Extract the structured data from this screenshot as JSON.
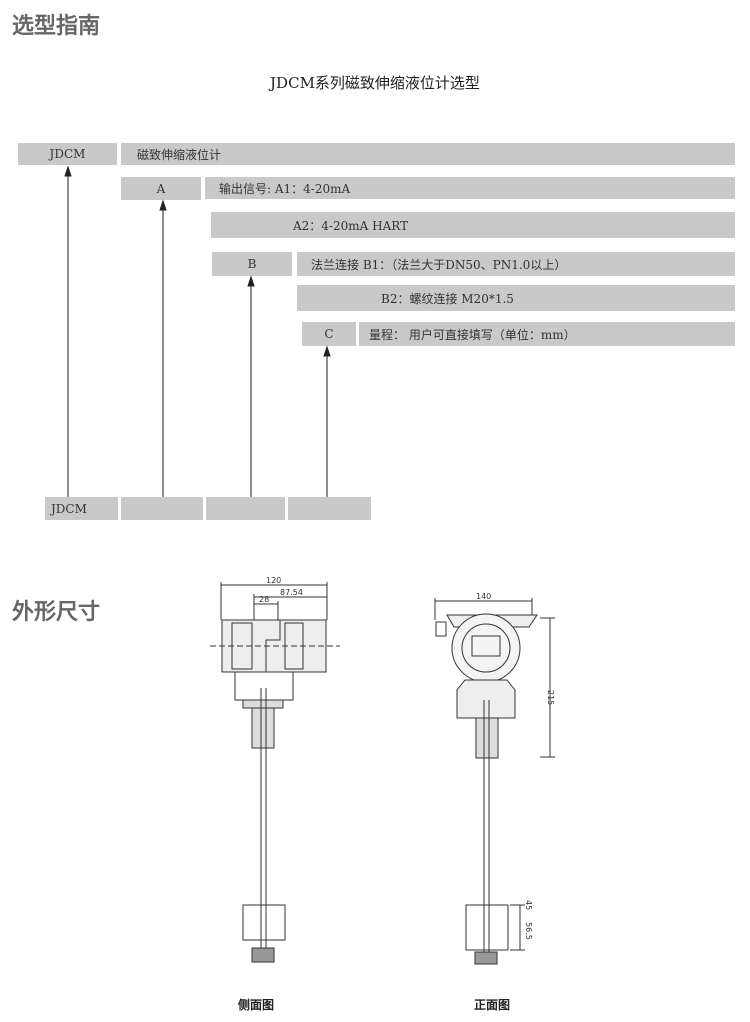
{
  "sections": {
    "selection": "选型指南",
    "dimensions": "外形尺寸"
  },
  "selection_title": "JDCM系列磁致伸缩液位计选型",
  "rows": [
    {
      "code": "JDCM",
      "desc": "磁致伸缩液位计"
    },
    {
      "code": "A",
      "desc": "输出信号:  A1：4-20mA"
    },
    {
      "desc": "A2：4-20mA  HART"
    },
    {
      "code": "B",
      "desc": "法兰连接  B1：（法兰大于DN50、PN1.0以上）"
    },
    {
      "desc": "B2：螺纹连接 M20*1.5"
    },
    {
      "code": "C",
      "desc": "量程：  用户可直接填写（单位：mm）"
    }
  ],
  "model_row": [
    "JDCM",
    "",
    "",
    ""
  ],
  "drawings": {
    "side": {
      "caption": "侧面图",
      "dims": [
        "120",
        "87.54",
        "28"
      ]
    },
    "front": {
      "caption": "正面图",
      "dims": [
        "140",
        "215",
        "45",
        "56.5"
      ]
    }
  }
}
